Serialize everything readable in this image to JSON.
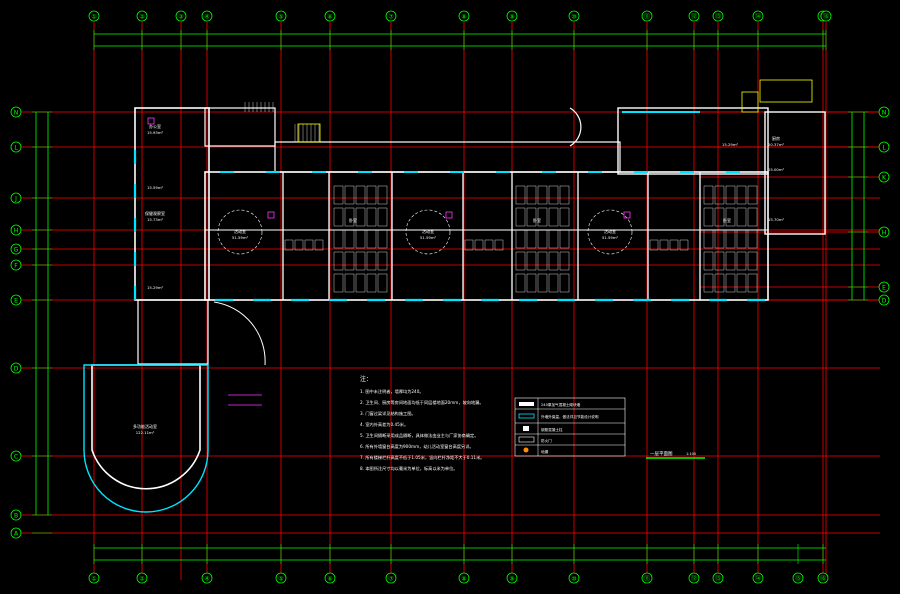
{
  "drawing": {
    "title": "一层平面图",
    "colors": {
      "background": "#000000",
      "axis": "#ff0000",
      "dimension": "#00ff00",
      "wall": "#ffffff",
      "window": "#00e5ff",
      "door": "#ff33ff",
      "text": "#ffffff",
      "highlight": "#ffff00",
      "label_cyan": "#00ffff"
    }
  },
  "grid": {
    "top_columns": [
      "①",
      "②",
      "③",
      "④",
      "⑤",
      "⑥",
      "⑦",
      "⑧",
      "⑨",
      "⑩",
      "⑪",
      "⑫",
      "⑬",
      "⑭",
      "⑮",
      "⑯"
    ],
    "bottom_columns": [
      "①",
      "②",
      "④",
      "⑤",
      "⑥",
      "⑦",
      "⑧",
      "⑨",
      "⑩",
      "⑪",
      "⑫",
      "⑬",
      "⑭",
      "⑮",
      "⑯"
    ],
    "left_rows": [
      "N",
      "L",
      "J",
      "H",
      "G",
      "F",
      "E",
      "D",
      "C",
      "B",
      "A"
    ],
    "right_rows": [
      "N",
      "L",
      "K",
      "H",
      "E",
      "D"
    ]
  },
  "rooms": [
    {
      "id": "r1",
      "name": "办公室",
      "area": "15.93m²"
    },
    {
      "id": "r2",
      "name": "",
      "area": "15.59m²"
    },
    {
      "id": "r3",
      "name": "保健观察室",
      "area": "15.73m²"
    },
    {
      "id": "r4",
      "name": "",
      "area": "15.29m²"
    },
    {
      "id": "r5",
      "name": "活动室",
      "area": "51.59m²"
    },
    {
      "id": "r6",
      "name": "卧室",
      "area": ""
    },
    {
      "id": "r7",
      "name": "活动室",
      "area": "51.59m²"
    },
    {
      "id": "r8",
      "name": "卧室",
      "area": ""
    },
    {
      "id": "r9",
      "name": "活动室",
      "area": "51.59m²"
    },
    {
      "id": "r10",
      "name": "卧室",
      "area": ""
    },
    {
      "id": "r11",
      "name": "厨房",
      "area": "20.37m²"
    },
    {
      "id": "r12",
      "name": "",
      "area": "15.00m²"
    },
    {
      "id": "r13",
      "name": "",
      "area": "15.70m²"
    },
    {
      "id": "r14",
      "name": "",
      "area": "15.29m²"
    },
    {
      "id": "r15",
      "name": "多功能活动室",
      "area": "122.11m²"
    }
  ],
  "notes": {
    "heading": "注：",
    "lines": [
      "1. 图中未注明者，墙厚均为240。",
      "2. 卫生间、厨房等房间地面均低于同层楼地面20mm，坡向地漏。",
      "3. 门窗过梁详见结构施工图。",
      "4. 室内外高差为0.45米。",
      "5. 卫生间隔断采用成品隔断，具体做法由业主与厂家协商确定。",
      "6. 所有外墙窗台高度为900mm，幼儿活动室窗台高度另详。",
      "7. 所有楼梯栏杆高度不低于1.05米，竖向栏杆净距不大于0.11米。",
      "8. 本图所注尺寸均以毫米为单位，标高以米为单位。"
    ]
  },
  "legend": {
    "rows": [
      "240厚加气混凝土砌块墙",
      "外墙外保温，做法详见节能设计说明",
      "钢筋混凝土柱",
      "防火门",
      "地漏"
    ]
  },
  "scale_note": "1:100"
}
